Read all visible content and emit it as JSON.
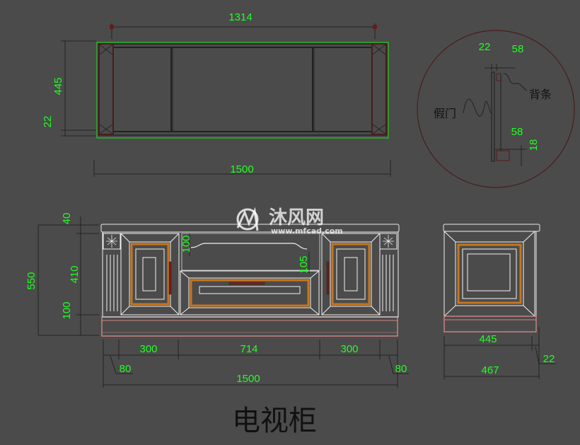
{
  "title": "电视柜",
  "watermark": {
    "brand": "沐风网",
    "url": "www.mfcad.com"
  },
  "colors": {
    "background": "#4b4b4b",
    "dimension_text": "#22ff22",
    "outline": "#222222",
    "wood_trim": "#c8761e",
    "base_band": "#d08585"
  },
  "top_view": {
    "dims": {
      "top_width": "1314",
      "bottom_width": "1500",
      "depth": "445",
      "back_strip": "22"
    }
  },
  "detail": {
    "dims": {
      "top_a": "22",
      "top_b": "58",
      "mid": "58",
      "side": "18"
    },
    "labels": {
      "back_strip": "背条",
      "false_door": "假门"
    }
  },
  "front_view": {
    "dims": {
      "top_edge": "40",
      "total_height": "550",
      "body_height": "410",
      "base_height": "100",
      "opening_height": "100",
      "drawer_height": "105",
      "left_width": "300",
      "center_width": "714",
      "right_width": "300",
      "left_pilaster": "80",
      "right_pilaster": "80",
      "total_width": "1500"
    }
  },
  "side_view": {
    "dims": {
      "depth": "445",
      "overhang": "22",
      "total_depth": "467"
    }
  }
}
